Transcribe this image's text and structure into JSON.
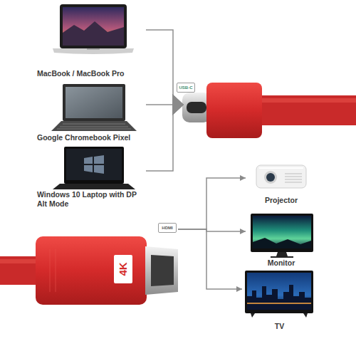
{
  "diagram": {
    "nodes": [
      {
        "text": [
          "MacBook / MacBook Pro"
        ]
      },
      {
        "text": [
          "Google Chromebook Pixel"
        ]
      },
      {
        "text": [
          "Windows 10 Laptop with DP Alt Mode"
        ]
      },
      {
        "text": [
          "USB-C"
        ]
      },
      {
        "text": [
          "HDMI",
          "4K"
        ]
      },
      {
        "text": [
          "Projector"
        ]
      },
      {
        "text": [
          "Monitor"
        ]
      },
      {
        "text": [
          "TV"
        ]
      }
    ],
    "edges": [
      {
        "from": 0,
        "to": 3,
        "arrow": "to"
      },
      {
        "from": 1,
        "to": 3,
        "arrow": "to"
      },
      {
        "from": 2,
        "to": 3,
        "arrow": "to"
      },
      {
        "from": 4,
        "to": 5,
        "arrow": "to"
      },
      {
        "from": 4,
        "to": 6,
        "arrow": "to"
      },
      {
        "from": 4,
        "to": 7,
        "arrow": "to"
      }
    ]
  }
}
